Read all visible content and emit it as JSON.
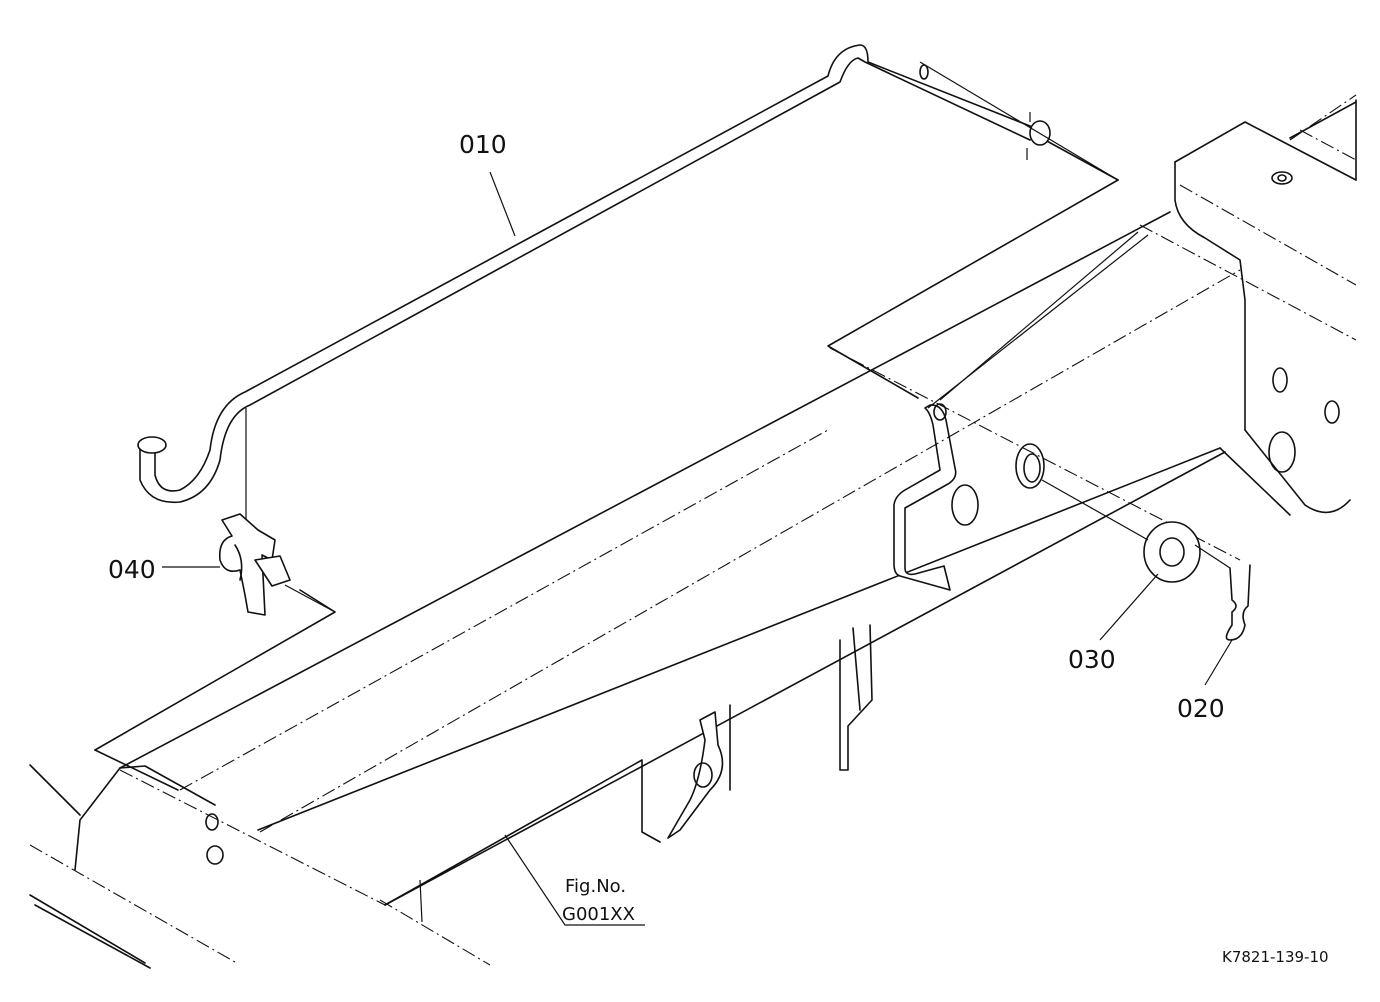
{
  "parts": [
    {
      "id": "part-010",
      "label": "010"
    },
    {
      "id": "part-020",
      "label": "020"
    },
    {
      "id": "part-030",
      "label": "030"
    },
    {
      "id": "part-040",
      "label": "040"
    }
  ],
  "figure_ref": {
    "line1": "Fig.No.",
    "line2": "G001XX"
  },
  "drawing_code": "K7821-139-10"
}
